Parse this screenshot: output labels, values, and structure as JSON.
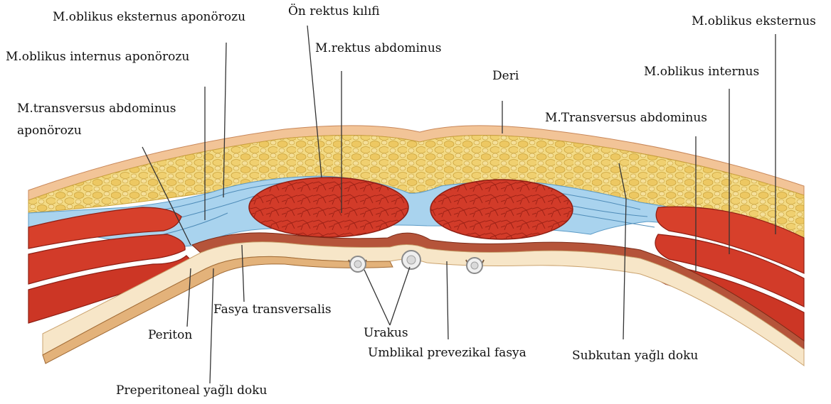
{
  "labels": {
    "oblikus_eksternus_aponorozu": "M.oblikus eksternus aponörozu",
    "on_rektus_kilifi": "Ön rektus kılıfi",
    "oblikus_eksternus": "M.oblikus eksternus",
    "oblikus_internus_aponorozu": "M.oblikus internus aponörozu",
    "rektus_abdominus": "M.rektus abdominus",
    "deri": "Deri",
    "oblikus_internus": "M.oblikus internus",
    "transversus_abdominus_aponorozu_line1": "M.transversus abdominus",
    "transversus_abdominus_aponorozu_line2": "aponörozu",
    "transversus_abdominus": "M.Transversus abdominus",
    "fasya_transversalis": "Fasya transversalis",
    "periton": "Periton",
    "urakus": "Urakus",
    "umblikal_prevezikal_fasya": "Umblikal prevezikal fasya",
    "subkutan_yagli_doku": "Subkutan yağlı doku",
    "preperitoneal_yagli_doku": "Preperitoneal yağlı doku"
  },
  "colors": {
    "skin": "#f4c9a0",
    "fat": "#f0d373",
    "fascia": "#a9d3ee",
    "muscle": "#d7402b",
    "muscle_dark": "#a62318",
    "membrane": "#f7e6c8",
    "leader": "#333333"
  }
}
